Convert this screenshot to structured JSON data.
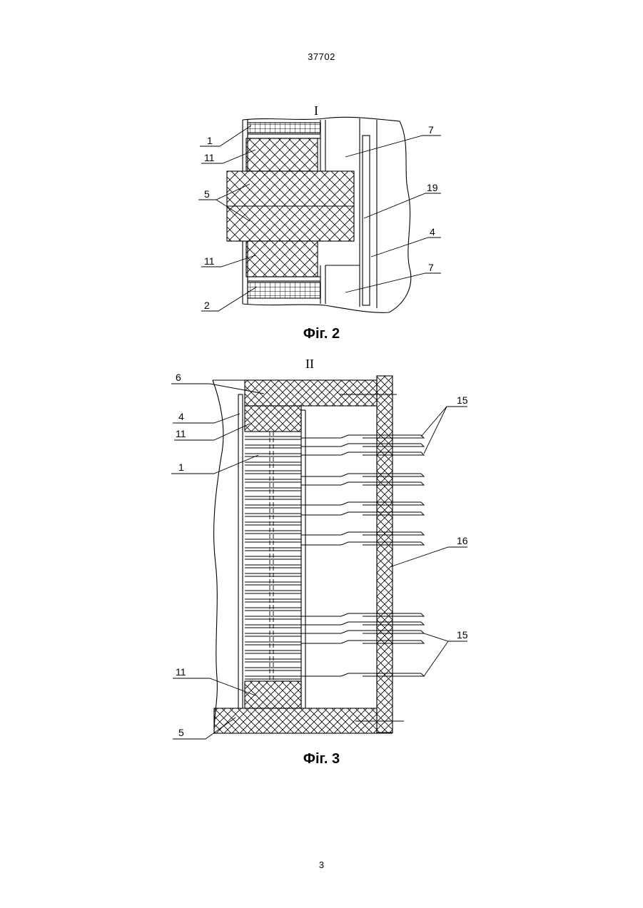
{
  "document": {
    "patent_number": "37702",
    "page_number": "3"
  },
  "figure2": {
    "caption": "Фіг. 2",
    "detail_mark": "I",
    "labels": {
      "l1": "1",
      "l11a": "11",
      "l5": "5",
      "l11b": "11",
      "l2": "2",
      "l7a": "7",
      "l19": "19",
      "l4": "4",
      "l7b": "7"
    }
  },
  "figure3": {
    "caption": "Фіг. 3",
    "detail_mark": "II",
    "labels": {
      "l6": "6",
      "l4": "4",
      "l11a": "11",
      "l1": "1",
      "l15a": "15",
      "l16": "16",
      "l15b": "15",
      "l11b": "11",
      "l5": "5"
    }
  },
  "colors": {
    "ink": "#000000",
    "paper": "#ffffff"
  }
}
